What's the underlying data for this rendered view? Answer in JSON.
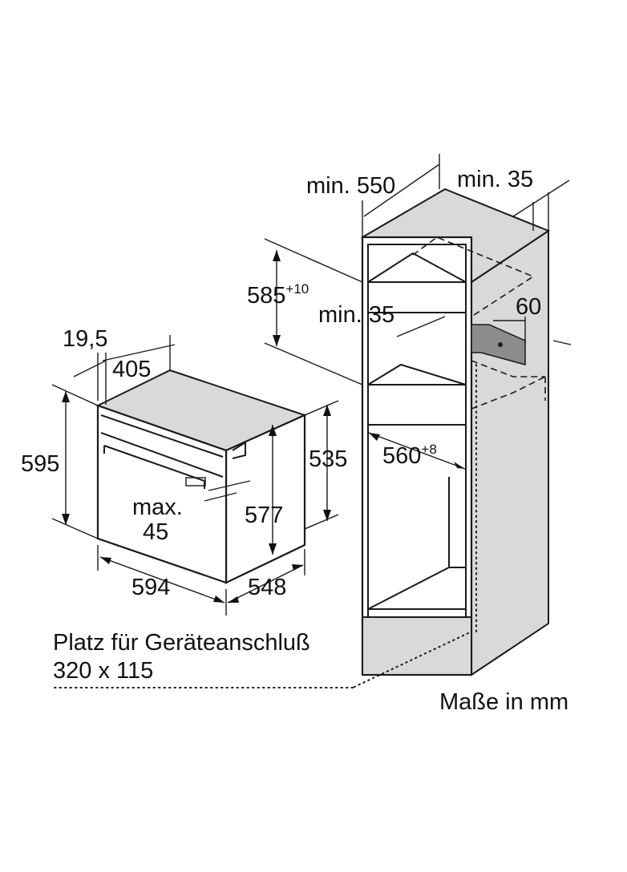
{
  "colors": {
    "line": "#1a1a1a",
    "cabinet_fill": "#d9d9d9",
    "hatch_fill": "#8c8c8c",
    "background": "#ffffff"
  },
  "cabinet": {
    "depth_min": "min. 550",
    "side_gap_min": "min. 35",
    "opening_height": "585",
    "opening_height_tol": "+10",
    "rear_gap_min": "min. 35",
    "vent_depth": "60",
    "opening_width": "560",
    "opening_width_tol": "+8"
  },
  "oven": {
    "door_offset": "19,5",
    "top_depth": "405",
    "total_height": "595",
    "body_height": "535",
    "max_label": "max.",
    "max_value": "45",
    "inner_height": "577",
    "width": "594",
    "depth": "548"
  },
  "notes": {
    "connection_line1": "Platz für Geräteanschluß",
    "connection_line2": "320 x 115",
    "units": "Maße in mm"
  }
}
